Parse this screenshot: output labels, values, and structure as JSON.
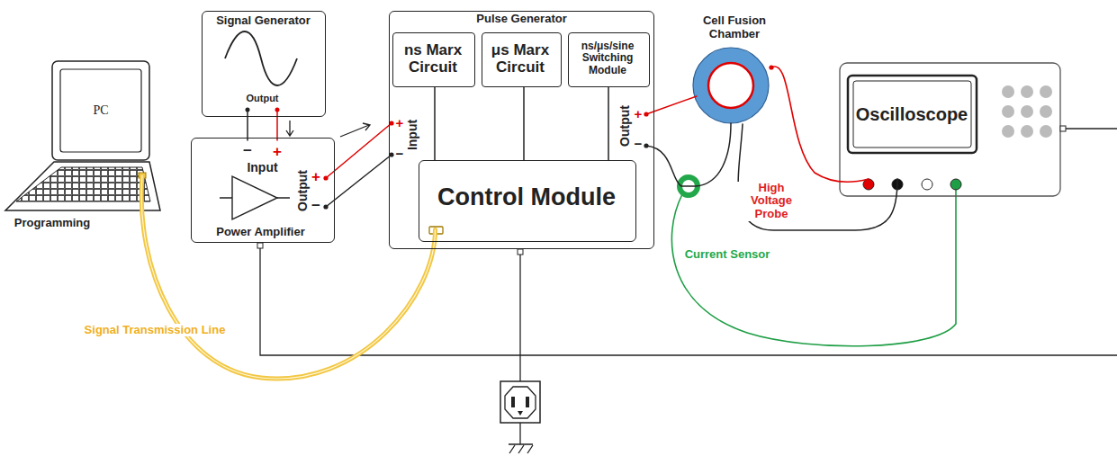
{
  "diagram": {
    "nodes": [
      {
        "text": [
          "PC",
          "Programming"
        ]
      },
      {
        "text": [
          "Signal Generator",
          "Output"
        ]
      },
      {
        "text": [
          "Input",
          "Output",
          "Power Amplifier"
        ]
      },
      {
        "text": [
          "Pulse Generator",
          "Input",
          "Output"
        ]
      },
      {
        "text": [
          "ns Marx Circuit"
        ],
        "in": 3
      },
      {
        "text": [
          "μs Marx Circuit"
        ],
        "in": 3
      },
      {
        "text": [
          "ns/μs/sine Switching Module"
        ],
        "in": 3
      },
      {
        "text": [
          "Control Module"
        ],
        "in": 3
      },
      {
        "text": [
          "Cell Fusion Chamber"
        ]
      },
      {
        "text": [
          "Oscilloscope"
        ]
      }
    ],
    "edges": [
      {
        "from": 1,
        "to": 2,
        "arrow": "none"
      },
      {
        "from": 2,
        "to": 3,
        "arrow": "none"
      },
      {
        "from": 0,
        "to": 7,
        "label": "Signal Transmission Line",
        "arrow": "none"
      },
      {
        "from": 3,
        "to": 8,
        "arrow": "none"
      },
      {
        "from": 3,
        "to": 8,
        "arrow": "none"
      },
      {
        "from": 8,
        "to": 9,
        "label": "High Voltage Probe",
        "arrow": "none"
      },
      {
        "from": 8,
        "to": 9,
        "arrow": "none"
      }
    ],
    "labels": [
      "−",
      "+",
      "+",
      "−",
      "+",
      "−",
      "+",
      "−",
      "Current Sensor"
    ]
  }
}
